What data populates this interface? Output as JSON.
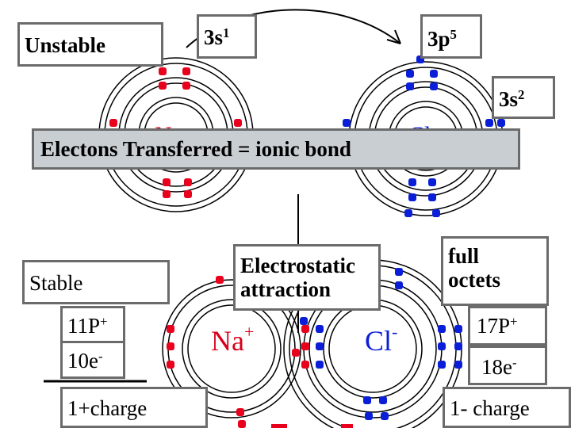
{
  "labels": {
    "unstable": "Unstable",
    "orbital_3s1_base": "3s",
    "orbital_3s1_sup": "1",
    "orbital_3p5_base": "3p",
    "orbital_3p5_sup": "5",
    "orbital_3s2_base": "3s",
    "orbital_3s2_sup": "2",
    "banner": "Electons Transferred = ionic bond",
    "stable": "Stable",
    "na_protons_base": "11P",
    "na_protons_sup": "+",
    "na_electrons_base": "10e",
    "na_electrons_sup": "-",
    "na_charge": "1+charge",
    "electrostatic_line1": "Electrostatic",
    "electrostatic_line2": "attraction",
    "full_line1": "full",
    "full_line2": "octets",
    "cl_protons_base": "17P",
    "cl_protons_sup": "+",
    "cl_electrons_base": "18e",
    "cl_electrons_sup": "-",
    "cl_charge": "1- charge",
    "na_symbol": "Na",
    "na_symbol_sup": "+",
    "cl_symbol": "Cl",
    "cl_symbol_sup": "-"
  },
  "colors": {
    "sodium_electron": "#e8001c",
    "chlorine_electron": "#0a1ed8",
    "element_symbol": "#d8001c",
    "orbit": "#000000",
    "box_border": "#6b6b6b",
    "banner_fill": "#c9ced3"
  },
  "atoms": [
    {
      "name": "Na (top)",
      "shells": 3,
      "electrons": [
        2,
        8,
        1
      ]
    },
    {
      "name": "Cl (top)",
      "shells": 3,
      "electrons": [
        2,
        8,
        7
      ]
    },
    {
      "name": "Na+ (bottom)",
      "shells": 2,
      "electrons": [
        2,
        8
      ]
    },
    {
      "name": "Cl- (bottom)",
      "shells": 3,
      "electrons": [
        2,
        8,
        8
      ]
    }
  ]
}
